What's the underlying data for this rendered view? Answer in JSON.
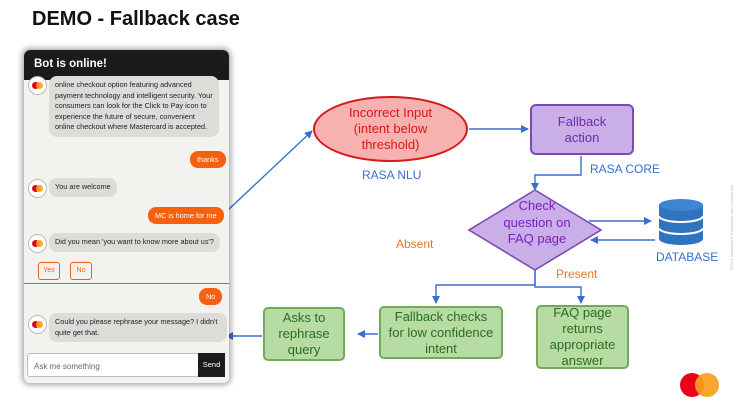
{
  "title": "DEMO - Fallback case",
  "chat": {
    "header": "Bot is online!",
    "bot_message_1": "online checkout option featuring advanced payment technology and intelligent security. Your consumers can look for the Click to Pay icon to experience the future of secure, convenient online checkout where Mastercard is accepted.",
    "user_message_1": "thanks",
    "bot_message_2": "You are welcome",
    "user_message_2": "MC is home for me",
    "bot_message_3": "Did you mean 'you want to know more about us'?",
    "quick_reply_yes": "Yes",
    "quick_reply_no": "No",
    "user_message_3": "No",
    "bot_message_4": "Could you please rephrase your message? I didn't quite get that.",
    "input_placeholder": "Ask me something",
    "send_label": "Send"
  },
  "flow": {
    "incorrect_input": "Incorrect Input (intent below threshold)",
    "fallback_action": "Fallback action",
    "check_question": "Check question on FAQ page",
    "fallback_checks": "Fallback checks for low confidence intent",
    "asks_rephrase": "Asks to rephrase query",
    "faq_page_returns": "FAQ page returns appropriate answer",
    "rasa_nlu": "RASA NLU",
    "rasa_core": "RASA CORE",
    "database": "DATABASE",
    "absent": "Absent",
    "present": "Present"
  },
  "footer": {
    "copyright": "©2021 Mastercard. Proprietary and Confidential"
  }
}
